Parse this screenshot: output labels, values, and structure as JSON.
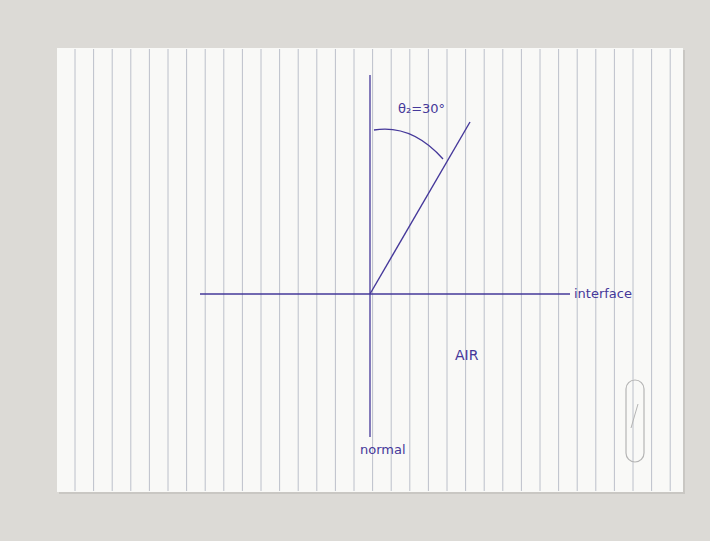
{
  "diagram": {
    "labels": [
      "θ₂=30°",
      "interface",
      "AIR",
      "normal"
    ]
  }
}
